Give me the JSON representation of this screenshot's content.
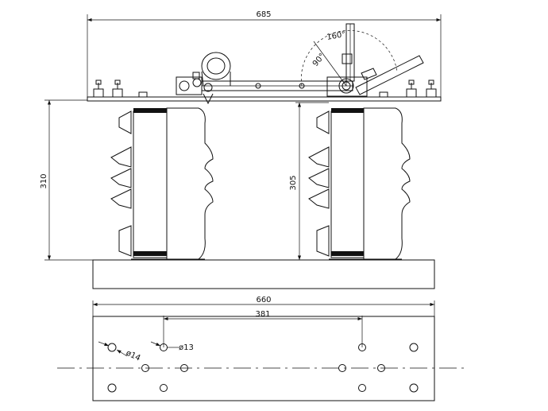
{
  "dimensions": {
    "overall_width": "685",
    "total_height": "310",
    "insulator_height": "305",
    "base_length": "660",
    "hole_spacing": "381",
    "hole_dia_1": "ø14",
    "hole_dia_2": "ø13"
  },
  "angles": {
    "open_angle": "160°",
    "angle_90": "90°"
  }
}
